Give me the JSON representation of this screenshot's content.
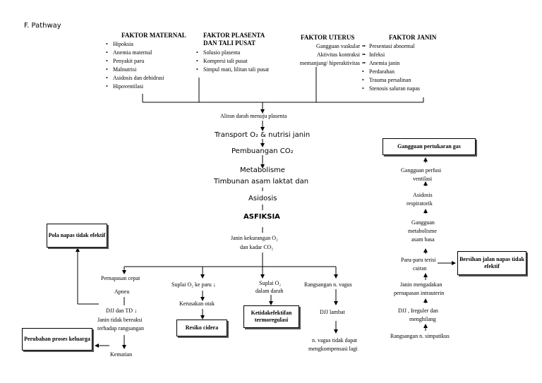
{
  "section_title": "F. Pathway",
  "factors": {
    "maternal": {
      "title": "FAKTOR MATERNAL",
      "items": [
        "Hipoksia",
        "Anemia maternal",
        "Penyakit paru",
        "Malnutrisi",
        "Asidosis dan dehidrasi",
        "Hipoventilasi"
      ]
    },
    "plasenta": {
      "title": "FAKTOR PLASENTA DAN TALI PUSAT",
      "items": [
        "Solusio plasenta",
        "Kompresi tali pusat",
        "Simpul mati, lilitan tali pusat"
      ]
    },
    "uterus": {
      "title": "FAKTOR UTERUS",
      "items": [
        "Gangguan vaskular",
        "Aktivitas kontraksi",
        "memanjang/ hiperaktivitas"
      ]
    },
    "janin": {
      "title": "FAKTOR JANIN",
      "items": [
        "Presentasi abnormal",
        "Infeksi",
        "Anemia janin",
        "Perdarahan",
        "Trauma persalinan",
        "Stenosis saluran napas"
      ]
    }
  },
  "flow": {
    "aliran": "Aliran darah menuju plasenta",
    "transport": "Transport O₂ & nutrisi janin",
    "pembuangan": "Pembuangan CO₂",
    "metabolisme": "Metabolisme",
    "timbunan": "Timbunan asam laktat dan",
    "asidosis": "Asidosis",
    "asfiksia": "ASFIKSIA",
    "janin_kurang_1": "Janin kekurangan O₂",
    "janin_kurang_2": "dan kadar CO₂"
  },
  "branches": {
    "pernapasan": "Pernapasan cepat",
    "apneu": "Apneu",
    "djj_td": "DJJ dan TD ↓",
    "janin_tidak_1": "Janin tidak bereaksi",
    "janin_tidak_2": "terhadap rangsangan",
    "kematian": "Kematian",
    "suplai_paru": "Suplai O₂ ke paru ↓",
    "kerusakan_otak": "Kerusakan otak",
    "suplai_darah_1": "Suplai O₂",
    "suplai_darah_2": "dalam darah",
    "rangsangan_vagus": "Rangsangan n. vagus",
    "djj_lambat": "DJJ lambat",
    "vagus_tidak_1": "n. vagus tidak dapat",
    "vagus_tidak_2": "mengkompensasi lagi"
  },
  "right_chain": {
    "rangsangan_simpatikus": "Rangsangan n. simpatikus",
    "djj_ireguler_1": "DJJ , Ireguler dan",
    "djj_ireguler_2": "menghilang",
    "janin_mengadakan_1": "Janin mengadakan",
    "janin_mengadakan_2": "pernapasan intrauterin",
    "paru_1": "Paru-paru terisi",
    "paru_2": "cairan",
    "gangguan_metabolisme_1": "Gangguan",
    "gangguan_metabolisme_2": "metabolisme",
    "gangguan_metabolisme_3": "asam basa",
    "asidosis_resp_1": "Asidosis",
    "asidosis_resp_2": "respiratorik",
    "gangguan_perfusi_1": "Gangguan perfusi",
    "gangguan_perfusi_2": "ventilasi"
  },
  "diagnoses": {
    "pola_napas": "Pola napas tidak efektif",
    "perubahan_proses": "Perubahan proses keluarga",
    "resiko_cidera": "Resiko cidera",
    "ketidakefektifan": "Ketidakefektifan termoregulasi",
    "gangguan_pertukaran": "Gangguan pertukaran gas",
    "bersihan_jalan": "Bersihan jalan napas tidak efektif"
  }
}
